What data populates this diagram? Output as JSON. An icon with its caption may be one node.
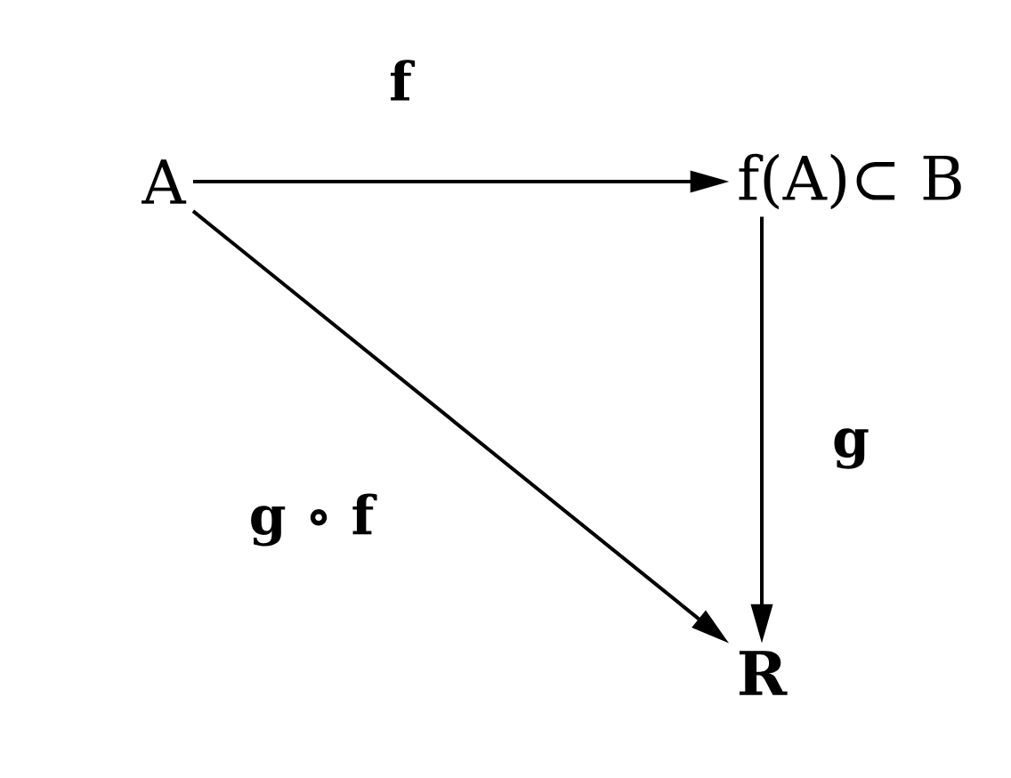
{
  "diagram": {
    "nodes": [
      {
        "text": [
          "A"
        ]
      },
      {
        "text": [
          "f(A)⊂ B"
        ]
      },
      {
        "text": [
          "R"
        ]
      }
    ],
    "edges": [
      {
        "from": 0,
        "to": 1,
        "arrow": "to",
        "label": "f"
      },
      {
        "from": 1,
        "to": 2,
        "arrow": "to",
        "label": "g"
      },
      {
        "from": 0,
        "to": 2,
        "arrow": "to",
        "label": "g ∘ f"
      }
    ]
  }
}
